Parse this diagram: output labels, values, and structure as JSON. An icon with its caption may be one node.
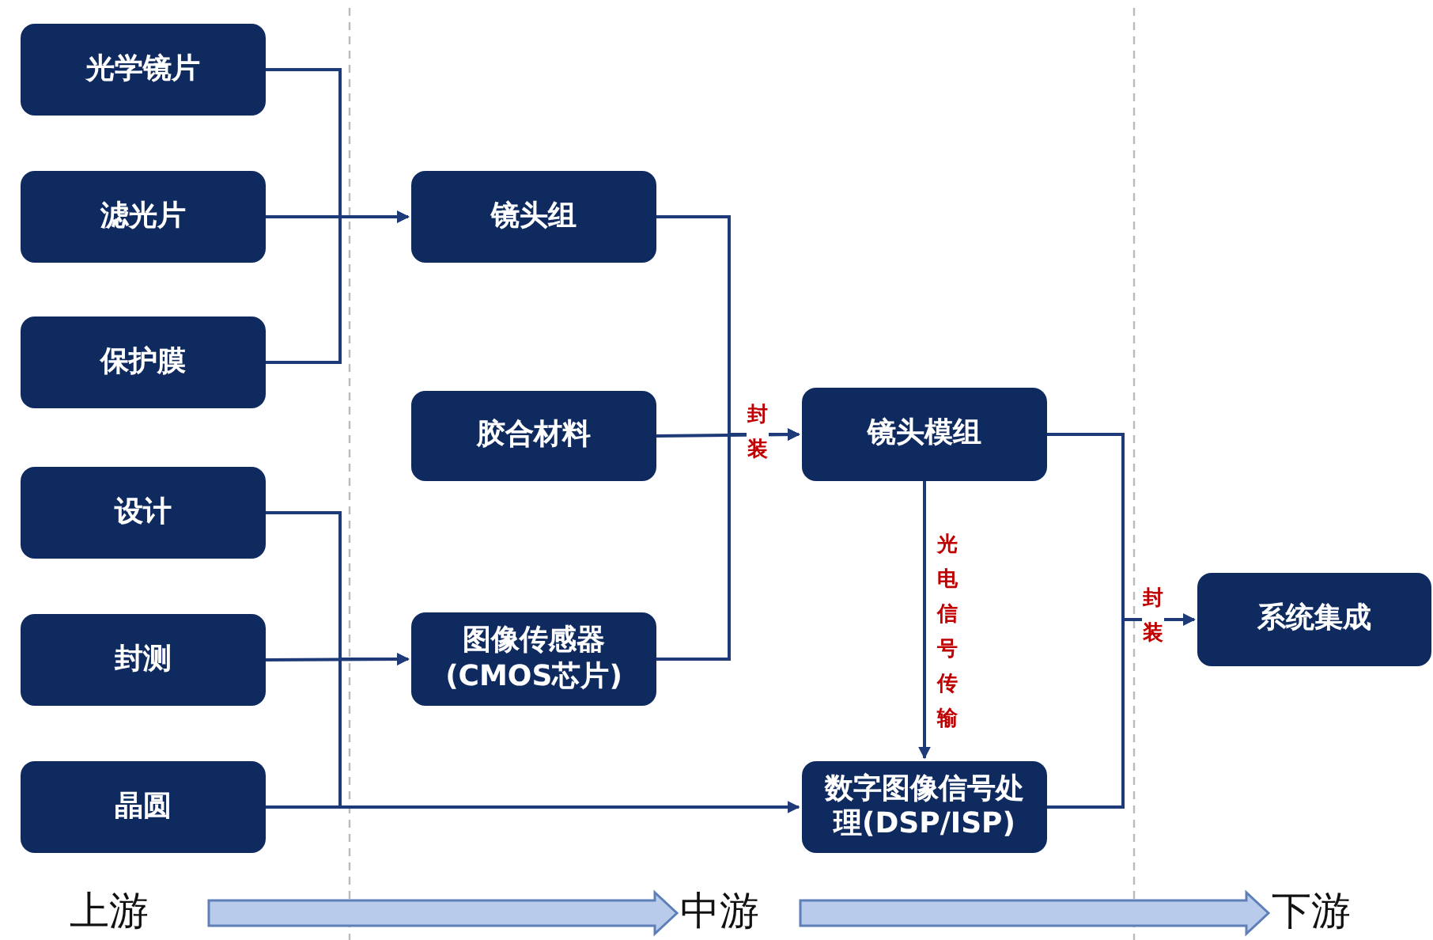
{
  "diagram": {
    "nodes": [
      {
        "text": [
          "光学镜片"
        ]
      },
      {
        "text": [
          "滤光片"
        ]
      },
      {
        "text": [
          "保护膜"
        ]
      },
      {
        "text": [
          "设计"
        ]
      },
      {
        "text": [
          "封测"
        ]
      },
      {
        "text": [
          "晶圆"
        ]
      },
      {
        "text": [
          "镜头组"
        ]
      },
      {
        "text": [
          "胶合材料"
        ]
      },
      {
        "text": [
          "图像传感器 (CMOS芯片)"
        ]
      },
      {
        "text": [
          "镜头模组"
        ]
      },
      {
        "text": [
          "数字图像信号处理(DSP/ISP)"
        ]
      },
      {
        "text": [
          "系统集成"
        ]
      },
      {
        "text": [
          "上游"
        ]
      },
      {
        "text": [
          "中游"
        ]
      },
      {
        "text": [
          "下游"
        ]
      }
    ],
    "edges": [
      {
        "from": 0,
        "to": 6,
        "arrow": "to"
      },
      {
        "from": 1,
        "to": 6,
        "arrow": "to"
      },
      {
        "from": 2,
        "to": 6,
        "arrow": "to"
      },
      {
        "from": 3,
        "to": 8,
        "arrow": "to"
      },
      {
        "from": 4,
        "to": 8,
        "arrow": "to"
      },
      {
        "from": 5,
        "to": 8,
        "arrow": "to"
      },
      {
        "from": 5,
        "to": 10,
        "arrow": "to"
      },
      {
        "from": 6,
        "to": 9,
        "arrow": "to"
      },
      {
        "from": 7,
        "to": 9,
        "arrow": "to",
        "label": "封装"
      },
      {
        "from": 8,
        "to": 9,
        "arrow": "to"
      },
      {
        "from": 9,
        "to": 10,
        "arrow": "to",
        "label": "光电信号传输"
      },
      {
        "from": 9,
        "to": 11,
        "arrow": "to",
        "label": "封装"
      },
      {
        "from": 10,
        "to": 11,
        "arrow": "to"
      },
      {
        "from": 12,
        "to": 13,
        "arrow": "to",
        "style": "thick"
      },
      {
        "from": 13,
        "to": 14,
        "arrow": "to",
        "style": "thick"
      }
    ]
  }
}
